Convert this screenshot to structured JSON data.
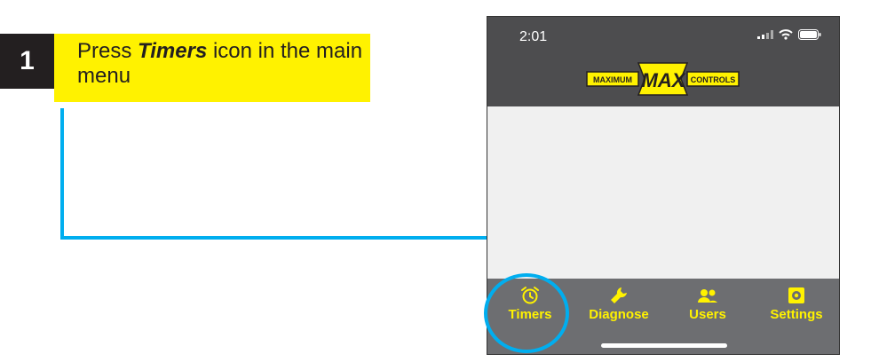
{
  "step": {
    "number": "1",
    "text_before": "Press ",
    "text_emphasis": "Timers",
    "text_after": "  icon in the main menu"
  },
  "phone": {
    "status_time": "2:01",
    "logo": {
      "left_text": "MAXIMUM",
      "center_text": "MAX",
      "right_text": "CONTROLS"
    },
    "tabs": [
      {
        "label": "Timers",
        "icon": "alarm-clock-icon"
      },
      {
        "label": "Diagnose",
        "icon": "wrench-icon"
      },
      {
        "label": "Users",
        "icon": "users-icon"
      },
      {
        "label": "Settings",
        "icon": "gear-icon"
      }
    ]
  },
  "colors": {
    "highlight_yellow": "#fff200",
    "callout_blue": "#00aeef",
    "header_gray": "#4d4d4f",
    "tabbar_gray": "#6d6e71"
  }
}
